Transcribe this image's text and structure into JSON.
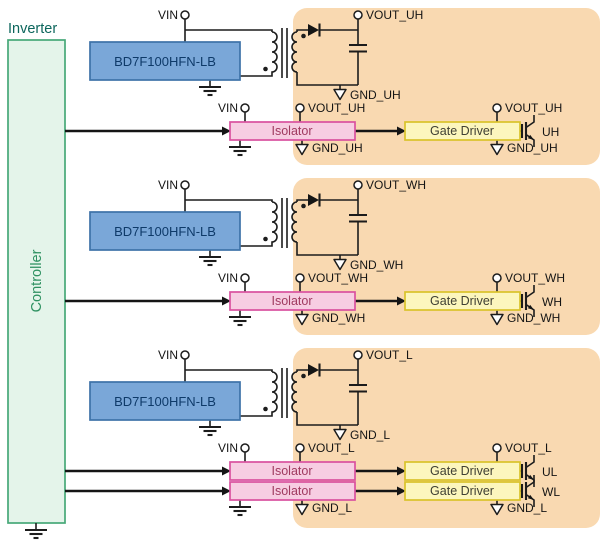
{
  "diagram": {
    "inverter_label": "Inverter",
    "controller_label": "Controller"
  },
  "channels": [
    {
      "name": "UH",
      "converter": "BD7F100HFN-LB",
      "flyback": {
        "vin": "VIN",
        "vout": "VOUT_UH",
        "gnd": "GND_UH"
      },
      "signal": {
        "vin": "VIN",
        "vout": "VOUT_UH",
        "gnd": "GND_UH",
        "isolator": "Isolator",
        "gate_driver": "Gate Driver",
        "igbt": "UH",
        "out_vout": "VOUT_UH",
        "out_gnd": "GND_UH"
      }
    },
    {
      "name": "WH",
      "converter": "BD7F100HFN-LB",
      "flyback": {
        "vin": "VIN",
        "vout": "VOUT_WH",
        "gnd": "GND_WH"
      },
      "signal": {
        "vin": "VIN",
        "vout": "VOUT_WH",
        "gnd": "GND_WH",
        "isolator": "Isolator",
        "gate_driver": "Gate Driver",
        "igbt": "WH",
        "out_vout": "VOUT_WH",
        "out_gnd": "GND_WH"
      }
    },
    {
      "name": "L",
      "converter": "BD7F100HFN-LB",
      "flyback": {
        "vin": "VIN",
        "vout": "VOUT_L",
        "gnd": "GND_L"
      },
      "signal": {
        "vin": "VIN",
        "vout": "VOUT_L",
        "gnd": "GND_L",
        "isolator": "Isolator",
        "isolator2": "Isolator",
        "gate_driver": "Gate Driver",
        "gate_driver2": "Gate Driver",
        "igbt": "UL",
        "igbt2": "WL",
        "out_vout": "VOUT_L",
        "out_gnd": "GND_L"
      }
    }
  ],
  "colors": {
    "region_fill": "#f9d9b1",
    "controller_fill": "#e4f4ea",
    "controller_border": "#46a878",
    "controller_text": "#2e9161",
    "inverter_text": "#0c665c",
    "converter_fill": "#7aa7d8",
    "converter_border": "#3e72a8",
    "converter_text": "#0e3a69",
    "isolator_fill": "#f7cde2",
    "isolator_border": "#d9519f",
    "isolator_text": "#a03a60",
    "gate_driver_fill": "#fcf6bd",
    "gate_driver_border": "#d9c32a",
    "gate_driver_text": "#3f3f33",
    "wire": "#1c1c1c"
  }
}
